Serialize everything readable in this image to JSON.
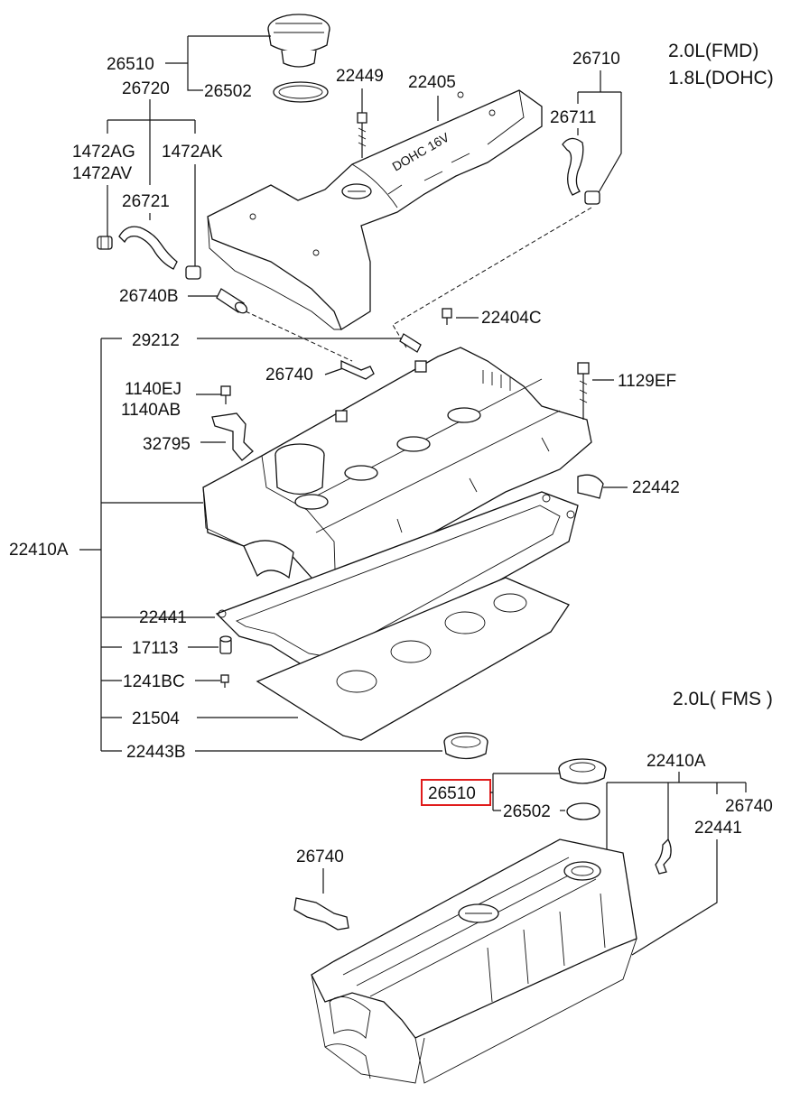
{
  "variants": {
    "fmd": "2.0L(FMD)",
    "dohc": "1.8L(DOHC)",
    "fms": "2.0L( FMS )"
  },
  "cover_text": "DOHC 16V",
  "highlight_color": "#e01b1b",
  "labels": {
    "p26510_top": "26510",
    "p26502_top": "26502",
    "p26720": "26720",
    "p1472AG": "1472AG",
    "p1472AV": "1472AV",
    "p1472AK": "1472AK",
    "p26721": "26721",
    "p22449": "22449",
    "p22405": "22405",
    "p26710": "26710",
    "p26711": "26711",
    "p26740B": "26740B",
    "p22404C": "22404C",
    "p29212": "29212",
    "p26740_top": "26740",
    "p1140EJ": "1140EJ",
    "p1140AB": "1140AB",
    "p1129EF": "1129EF",
    "p32795": "32795",
    "p22442": "22442",
    "p22410A_left": "22410A",
    "p22441_mid": "22441",
    "p17113": "17113",
    "p1241BC": "1241BC",
    "p21504": "21504",
    "p22443B": "22443B",
    "p26510_bottom": "26510",
    "p26502_bottom": "26502",
    "p22410A_bottom": "22410A",
    "p26740_right": "26740",
    "p22441_bottom": "22441",
    "p26740_bottom": "26740"
  }
}
